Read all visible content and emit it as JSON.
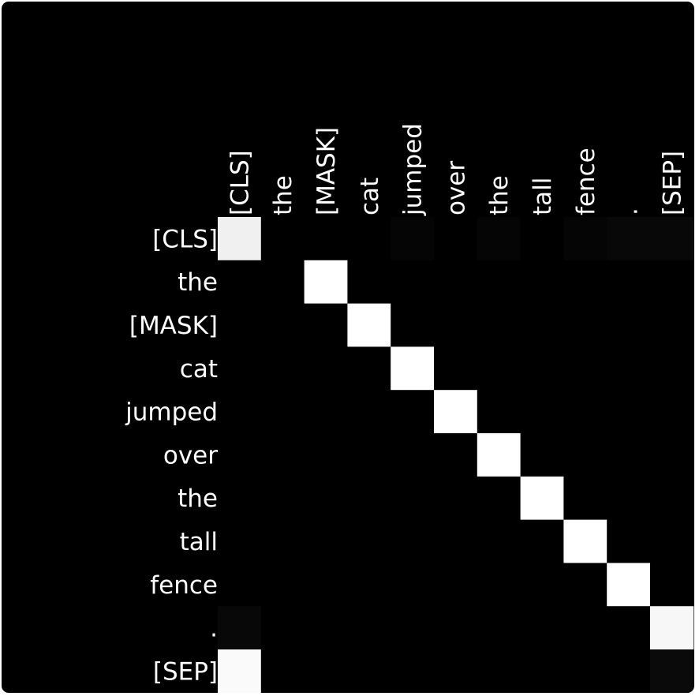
{
  "chart_data": {
    "type": "heatmap",
    "title": "",
    "xlabel": "",
    "ylabel": "",
    "x_tokens": [
      "[CLS]",
      "the",
      "[MASK]",
      "cat",
      "jumped",
      "over",
      "the",
      "tall",
      "fence",
      ".",
      "[SEP]"
    ],
    "y_tokens": [
      "[CLS]",
      "the",
      "[MASK]",
      "cat",
      "jumped",
      "over",
      "the",
      "tall",
      "fence",
      ".",
      "[SEP]"
    ],
    "value_range": [
      0,
      1
    ],
    "colormap": "black-to-white",
    "colors": {
      "background": "#000000",
      "low": "#000000",
      "high": "#ffffff",
      "text": "#ffffff"
    },
    "matrix": [
      [
        0.94,
        0.0,
        0.0,
        0.0,
        0.02,
        0.0,
        0.02,
        0.0,
        0.02,
        0.03,
        0.03
      ],
      [
        0.0,
        0.0,
        1.0,
        0.0,
        0.0,
        0.0,
        0.0,
        0.0,
        0.0,
        0.0,
        0.0
      ],
      [
        0.0,
        0.0,
        0.0,
        1.0,
        0.0,
        0.0,
        0.0,
        0.0,
        0.0,
        0.0,
        0.0
      ],
      [
        0.0,
        0.0,
        0.0,
        0.0,
        1.0,
        0.0,
        0.0,
        0.0,
        0.0,
        0.0,
        0.0
      ],
      [
        0.0,
        0.0,
        0.0,
        0.0,
        0.0,
        1.0,
        0.0,
        0.0,
        0.0,
        0.0,
        0.0
      ],
      [
        0.0,
        0.0,
        0.0,
        0.0,
        0.0,
        0.0,
        1.0,
        0.0,
        0.0,
        0.0,
        0.0
      ],
      [
        0.0,
        0.0,
        0.0,
        0.0,
        0.0,
        0.0,
        0.0,
        1.0,
        0.0,
        0.0,
        0.0
      ],
      [
        0.0,
        0.0,
        0.0,
        0.0,
        0.0,
        0.0,
        0.0,
        0.0,
        1.0,
        0.0,
        0.0
      ],
      [
        0.0,
        0.0,
        0.0,
        0.0,
        0.0,
        0.0,
        0.0,
        0.0,
        0.0,
        1.0,
        0.0
      ],
      [
        0.03,
        0.0,
        0.0,
        0.0,
        0.0,
        0.0,
        0.0,
        0.0,
        0.0,
        0.0,
        0.97
      ],
      [
        0.98,
        0.0,
        0.0,
        0.0,
        0.0,
        0.0,
        0.0,
        0.0,
        0.0,
        0.0,
        0.04
      ]
    ]
  }
}
